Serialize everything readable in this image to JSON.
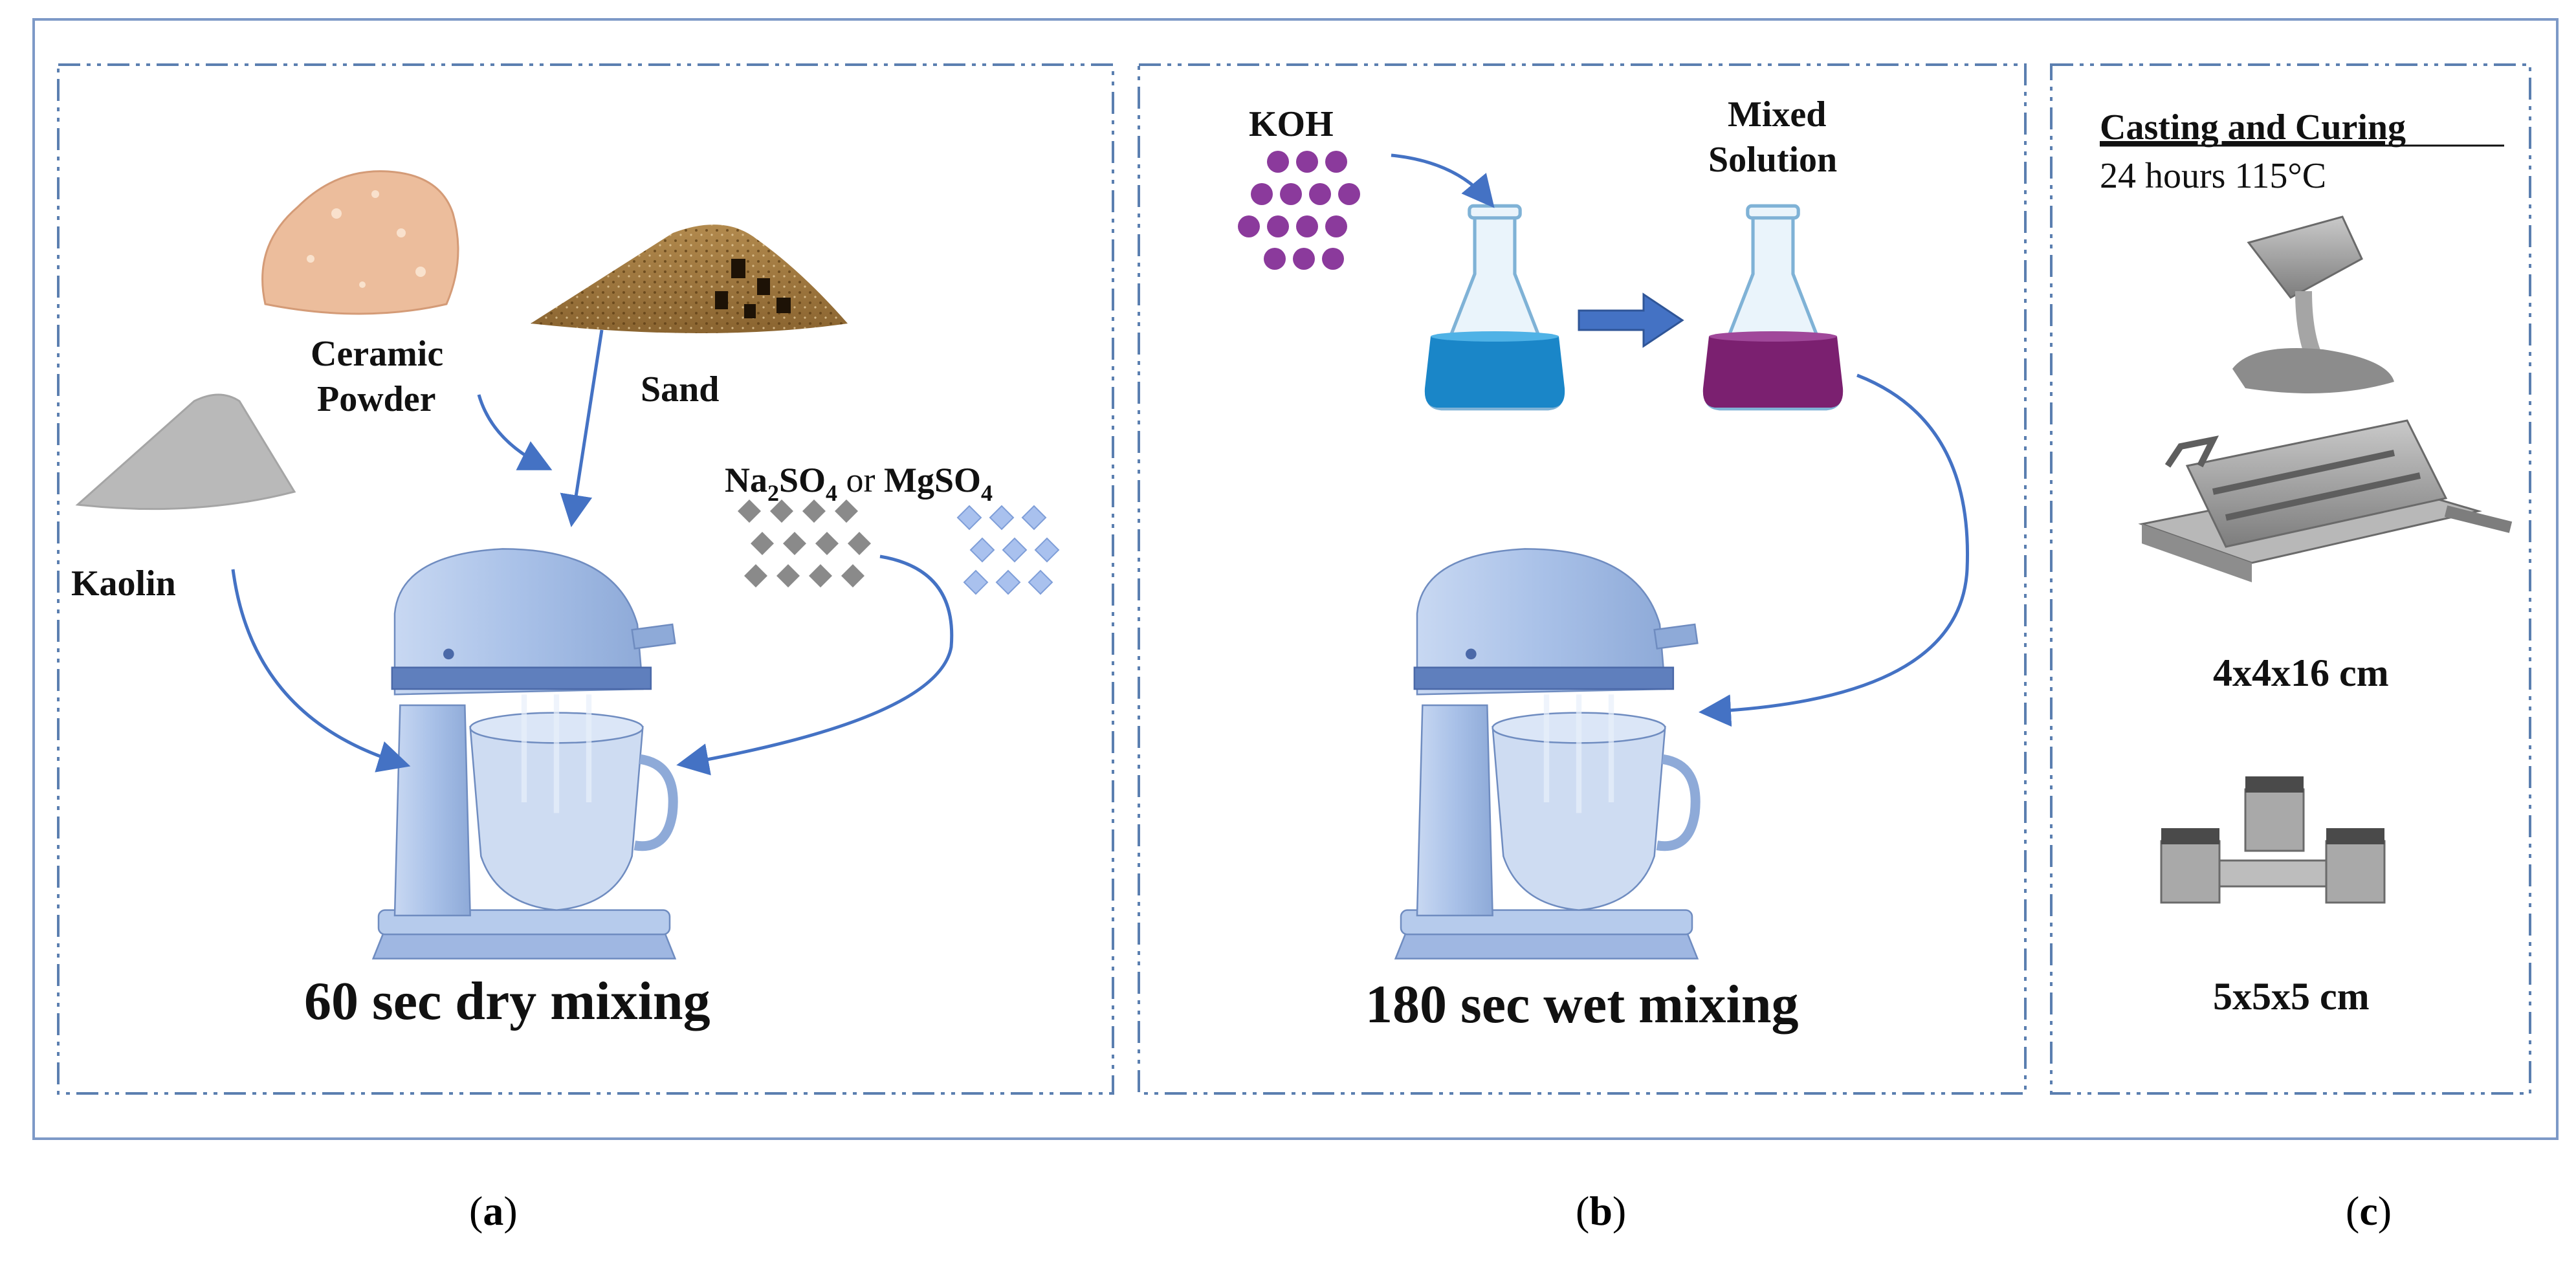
{
  "panel_a": {
    "ceramic_line1": "Ceramic",
    "ceramic_line2": "Powder",
    "sand": "Sand",
    "kaolin": "Kaolin",
    "sulfate_na": "Na",
    "sulfate_na_sub1": "2",
    "sulfate_so": "SO",
    "sulfate_na_sub2": "4",
    "sulfate_or": " or ",
    "sulfate_mg": "MgSO",
    "sulfate_mg_sub": "4",
    "caption": "60 sec dry mixing"
  },
  "panel_b": {
    "koh": "KOH",
    "mixed_line1": "Mixed",
    "mixed_line2": "Solution",
    "caption": "180 sec wet mixing"
  },
  "panel_c": {
    "title": "Casting and Curing",
    "conditions": "24 hours 115°C",
    "mold1_label": "4x4x16 cm",
    "mold2_label": "5x5x5 cm"
  },
  "captions": {
    "a": "a",
    "b": "b",
    "c": "c"
  },
  "colors": {
    "frame_border": "#5b7fb0",
    "arrow": "#4472c4",
    "mixer_fill": "#a9c1e8",
    "koh_beads": "#8b3a9c",
    "flask_blue": "#1a86c8",
    "flask_purple": "#7b2070"
  }
}
